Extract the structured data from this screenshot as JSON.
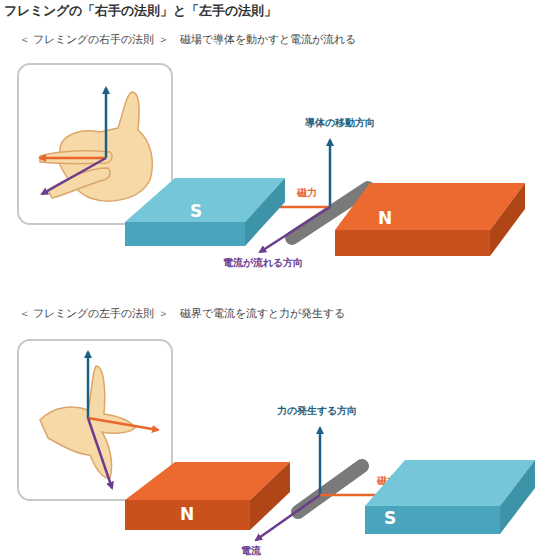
{
  "diagram": {
    "title": "フレミングの「右手の法則」と「左手の法則」",
    "nodes": [
      {
        "text": [
          "S"
        ]
      },
      {
        "text": [
          "N"
        ]
      },
      {
        "text": [
          "N"
        ]
      },
      {
        "text": [
          "S"
        ]
      }
    ],
    "labels": [
      "＜ フレミングの右手の法則 ＞　磁場で導体を動かすと電流が流れる",
      "導体の移動方向",
      "磁力",
      "電流が流れる方向",
      "＜ フレミングの左手の法則 ＞　磁界で電流を流すと力が発生する",
      "力の発生する方向",
      "磁力",
      "電流"
    ]
  }
}
